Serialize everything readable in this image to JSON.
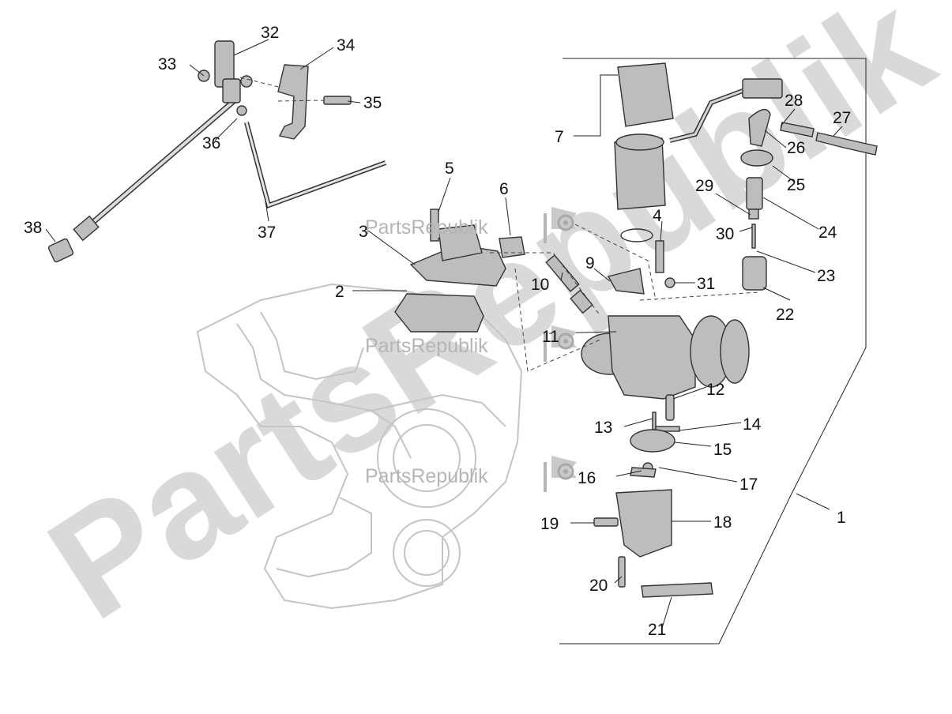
{
  "watermark": {
    "large_text": "PartsRepublik",
    "small_text": "PartsRepublik"
  },
  "callouts": [
    "1",
    "2",
    "3",
    "4",
    "5",
    "6",
    "7",
    "9",
    "10",
    "11",
    "12",
    "13",
    "14",
    "15",
    "16",
    "17",
    "18",
    "19",
    "20",
    "21",
    "22",
    "23",
    "24",
    "25",
    "26",
    "27",
    "28",
    "29",
    "30",
    "31",
    "32",
    "33",
    "34",
    "35",
    "36",
    "37",
    "38"
  ],
  "colors": {
    "line": "#222222",
    "part_fill": "#bdbdbd",
    "part_dark": "#7a7a7a",
    "watermark": "#d9d9d9",
    "engine_outline": "#c4c4c4"
  },
  "icons": [
    "gear-icon",
    "flag-icon"
  ]
}
